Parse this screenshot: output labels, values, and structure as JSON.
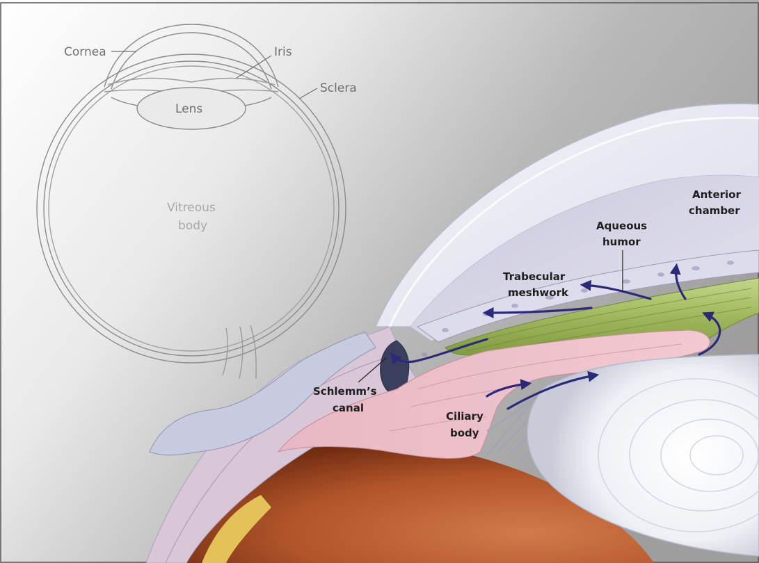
{
  "overview_labels": {
    "cornea": "Cornea",
    "iris": "Iris",
    "sclera": "Sclera",
    "lens": "Lens",
    "vitreous_line1": "Vitreous",
    "vitreous_line2": "body"
  },
  "detail_labels": {
    "anterior_line1": "Anterior",
    "anterior_line2": "chamber",
    "aqueous_line1": "Aqueous",
    "aqueous_line2": "humor",
    "trabecular_line1": "Trabecular",
    "trabecular_line2": "meshwork",
    "schlemm_line1": "Schlemm’s",
    "schlemm_line2": "canal",
    "ciliary_line1": "Ciliary",
    "ciliary_line2": "body"
  },
  "colors": {
    "arrow": "#2b2a78",
    "trabecular": "#a9c06a",
    "ciliary": "#e8b4c0",
    "sclera": "#cfd2e6",
    "choroid": "#a0461e"
  }
}
